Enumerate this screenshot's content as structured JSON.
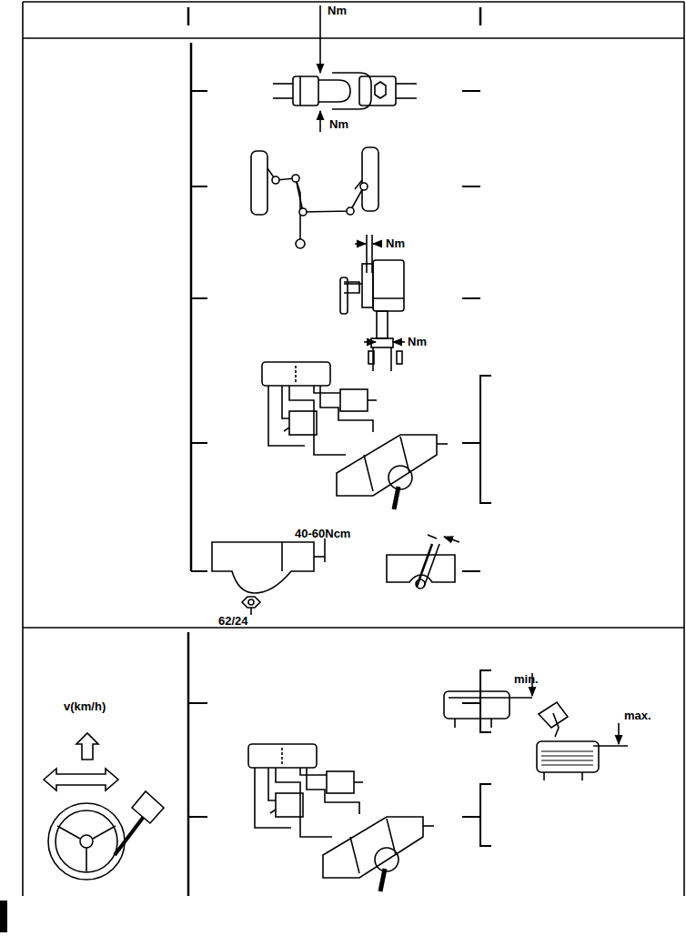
{
  "diagram": {
    "labels": [
      "Nm",
      "Nm",
      "Nm",
      "Nm",
      "40-60Ncm",
      "62/24",
      "min.",
      "max.",
      "v(km/h)"
    ]
  }
}
